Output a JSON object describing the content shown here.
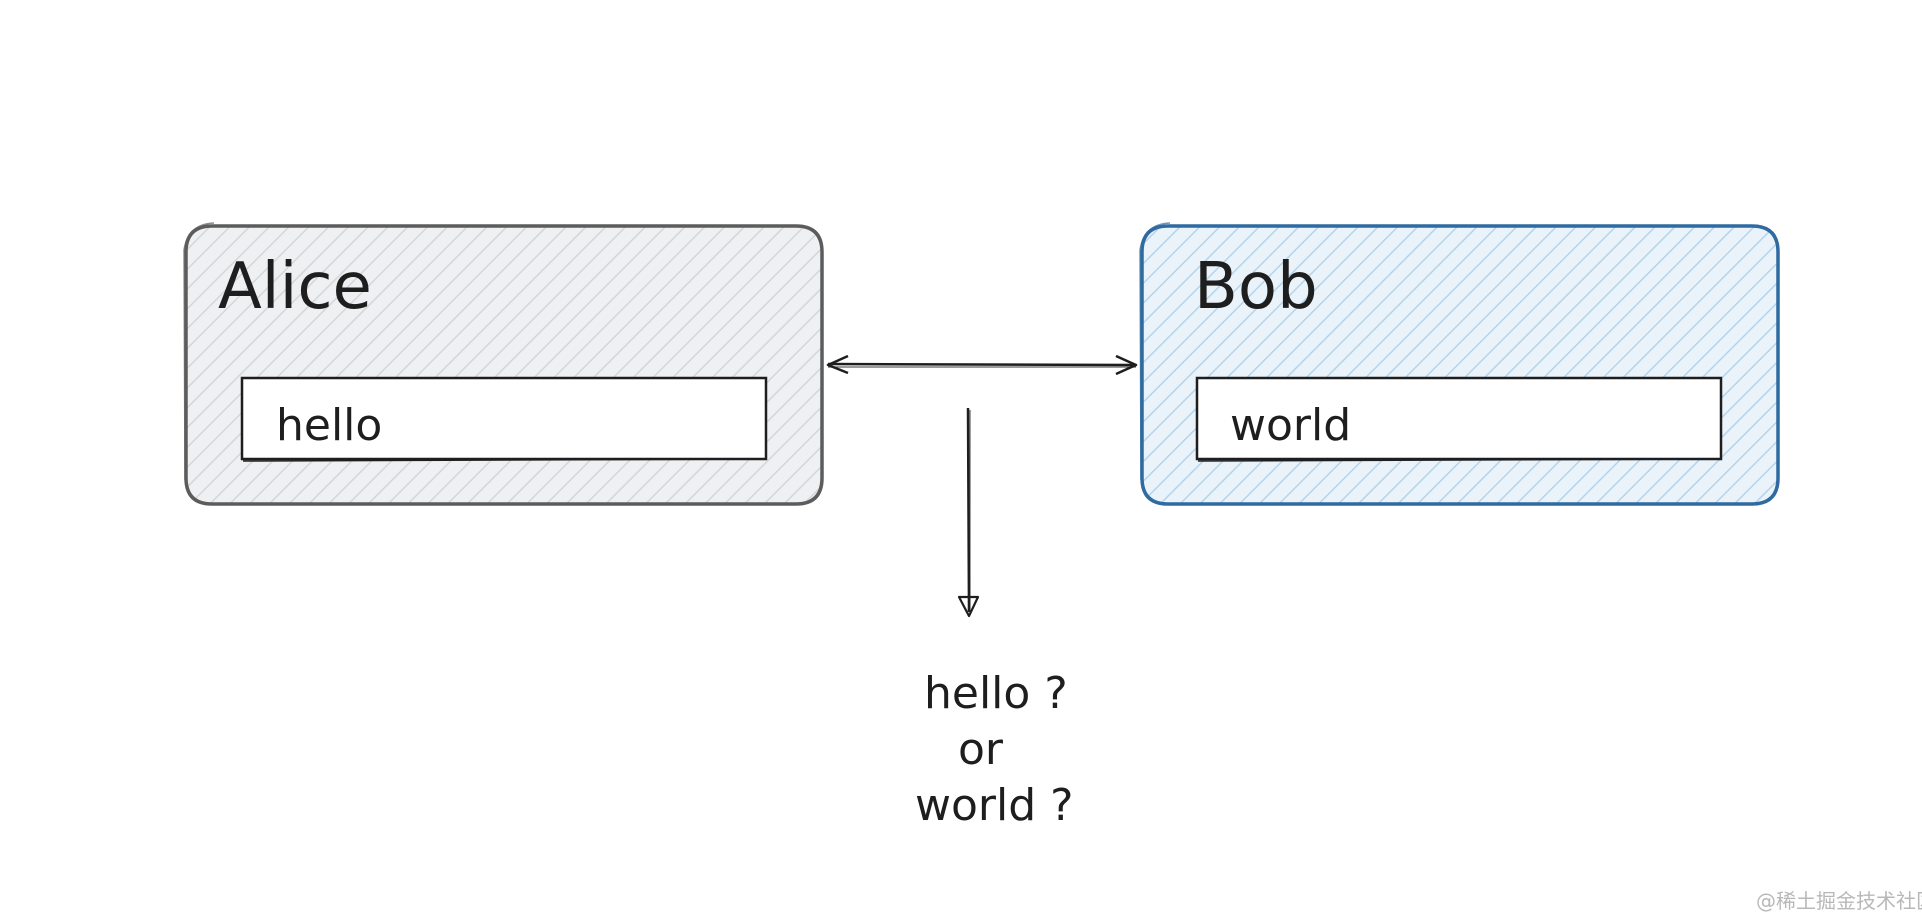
{
  "nodes": {
    "alice": {
      "title": "Alice",
      "value": "hello",
      "stroke": "#5c5c5c",
      "fill": "#e9ecef",
      "hatch": "#cfd3d8"
    },
    "bob": {
      "title": "Bob",
      "value": "world",
      "stroke": "#2f6aa0",
      "fill": "#e3eef7",
      "hatch": "#a8cbe6"
    }
  },
  "question": {
    "line1": "hello ?",
    "line2": "or",
    "line3": "world ?"
  },
  "watermark": "@稀土掘金技术社区",
  "colors": {
    "ink": "#1e1e1e"
  }
}
